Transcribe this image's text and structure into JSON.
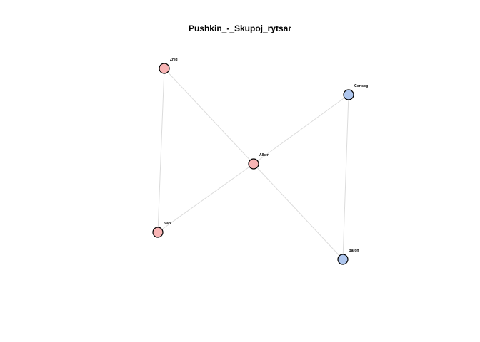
{
  "title": "Pushkin_-_Skupoj_rytsar",
  "colors": {
    "edge": "#dcdcdc",
    "node_stroke": "#000000",
    "group_pink": "#f8b4b4",
    "group_blue": "#aec6ee"
  },
  "nodes": [
    {
      "id": "Zhid",
      "label": "Zhid",
      "group": "group_pink"
    },
    {
      "id": "Gertsog",
      "label": "Gertsog",
      "group": "group_blue"
    },
    {
      "id": "Alber",
      "label": "Alber",
      "group": "group_pink"
    },
    {
      "id": "Ivan",
      "label": "Ivan",
      "group": "group_pink"
    },
    {
      "id": "Baron",
      "label": "Baron",
      "group": "group_blue"
    }
  ],
  "edges": [
    [
      "Zhid",
      "Alber"
    ],
    [
      "Zhid",
      "Ivan"
    ],
    [
      "Alber",
      "Gertsog"
    ],
    [
      "Alber",
      "Ivan"
    ],
    [
      "Alber",
      "Baron"
    ],
    [
      "Gertsog",
      "Baron"
    ]
  ]
}
